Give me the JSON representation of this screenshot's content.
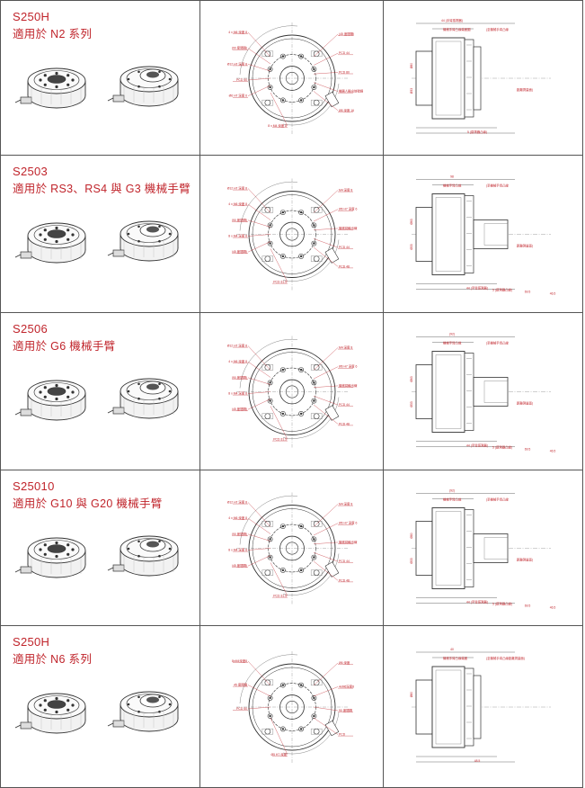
{
  "rows": [
    {
      "model": "S250H",
      "usage": "適用於 N2 系列",
      "front_labels": [
        "4 x M6 深度 8",
        "(90 度間隔)",
        "Ø12 H7 深度 8",
        "PCD 50",
        "Ø6 H7 深度 6",
        "8 x M4 深度 8",
        "(45 度間隔)",
        "PCD 44",
        "PCD 80",
        "機器人輸出信號線",
        "Ø8 深度 16"
      ],
      "side_labels": [
        "機械手臂凸緣端面圖",
        "44 (手臂感測器)",
        "5 (感測器凸緣)",
        "Ø80",
        "Ø33",
        "(至機械手臂凸緣",
        "距離測量面)"
      ]
    },
    {
      "model": "S2503",
      "usage": "適用於 RS3、RS4 與 G3 機械手臂",
      "front_labels": [
        "Ø12 H7 深度 8",
        "4 x M6 深度 8",
        "(90 度間隔)",
        "8 x M4 深度 8",
        "(45 度間隔)",
        "PCD 31.5",
        "M4 深度 8",
        "Ø6 H7 深度 6",
        "機械臂輸出線",
        "PCD 44",
        "PCD 48"
      ],
      "side_labels": [
        "98",
        "44 (手臂感測器)",
        "5 (感測器凸緣)",
        "Ø63",
        "Ø33",
        "機械手臂凸緣",
        "(至機械手臂凸緣",
        "距離測量面)",
        "69.5",
        "46.5"
      ]
    },
    {
      "model": "S2506",
      "usage": "適用於 G6 機械手臂",
      "front_labels": [
        "Ø12 H7 深度 8",
        "4 x M6 深度 8",
        "(90 度間隔)",
        "8 x M4 深度 8",
        "(45 度間隔)",
        "PCD 31.5",
        "M4 深度 8",
        "Ø6 H7 深度 6",
        "機械臂輸出線",
        "PCD 44",
        "PCD 48"
      ],
      "side_labels": [
        "(92)",
        "44 (手臂感測器)",
        "5 (感測器凸緣)",
        "Ø63",
        "Ø33",
        "機械手臂凸緣",
        "(至機械手臂凸緣",
        "距離測量面)",
        "69.5",
        "46.5"
      ]
    },
    {
      "model": "S25010",
      "usage": "適用於 G10 與 G20 機械手臂",
      "front_labels": [
        "Ø12 H7 深度 8",
        "4 x M6 深度 8",
        "(90 度間隔)",
        "8 x M4 深度 8",
        "(45 度間隔)",
        "PCD 31.5",
        "M4 深度 8",
        "Ø6 H7 深度 6",
        "機械臂輸出線",
        "PCD 44",
        "PCD 48"
      ],
      "side_labels": [
        "(92)",
        "44 (手臂感測器)",
        "5 (感測器凸緣)",
        "Ø80",
        "Ø33",
        "機械手臂凸緣",
        "(至機械手臂凸緣",
        "距離測量面)",
        "69.5",
        "46.5"
      ]
    },
    {
      "model": "S250H",
      "usage": "適用於 N6 系列",
      "front_labels": [
        "8xM4深度8",
        "45 度間隔",
        "PCD 50",
        "Ø5 H7 深度",
        "Ø6 深度",
        "4xM6深度8",
        "90 度間隔",
        "PCD"
      ],
      "side_labels": [
        "40",
        "48.5",
        "機械手臂凸緣端面",
        "(至機械手臂凸緣距離測量面)",
        "Ø80"
      ]
    }
  ],
  "colors": {
    "accent": "#c0242b",
    "line": "#333333",
    "grid": "#555555"
  }
}
